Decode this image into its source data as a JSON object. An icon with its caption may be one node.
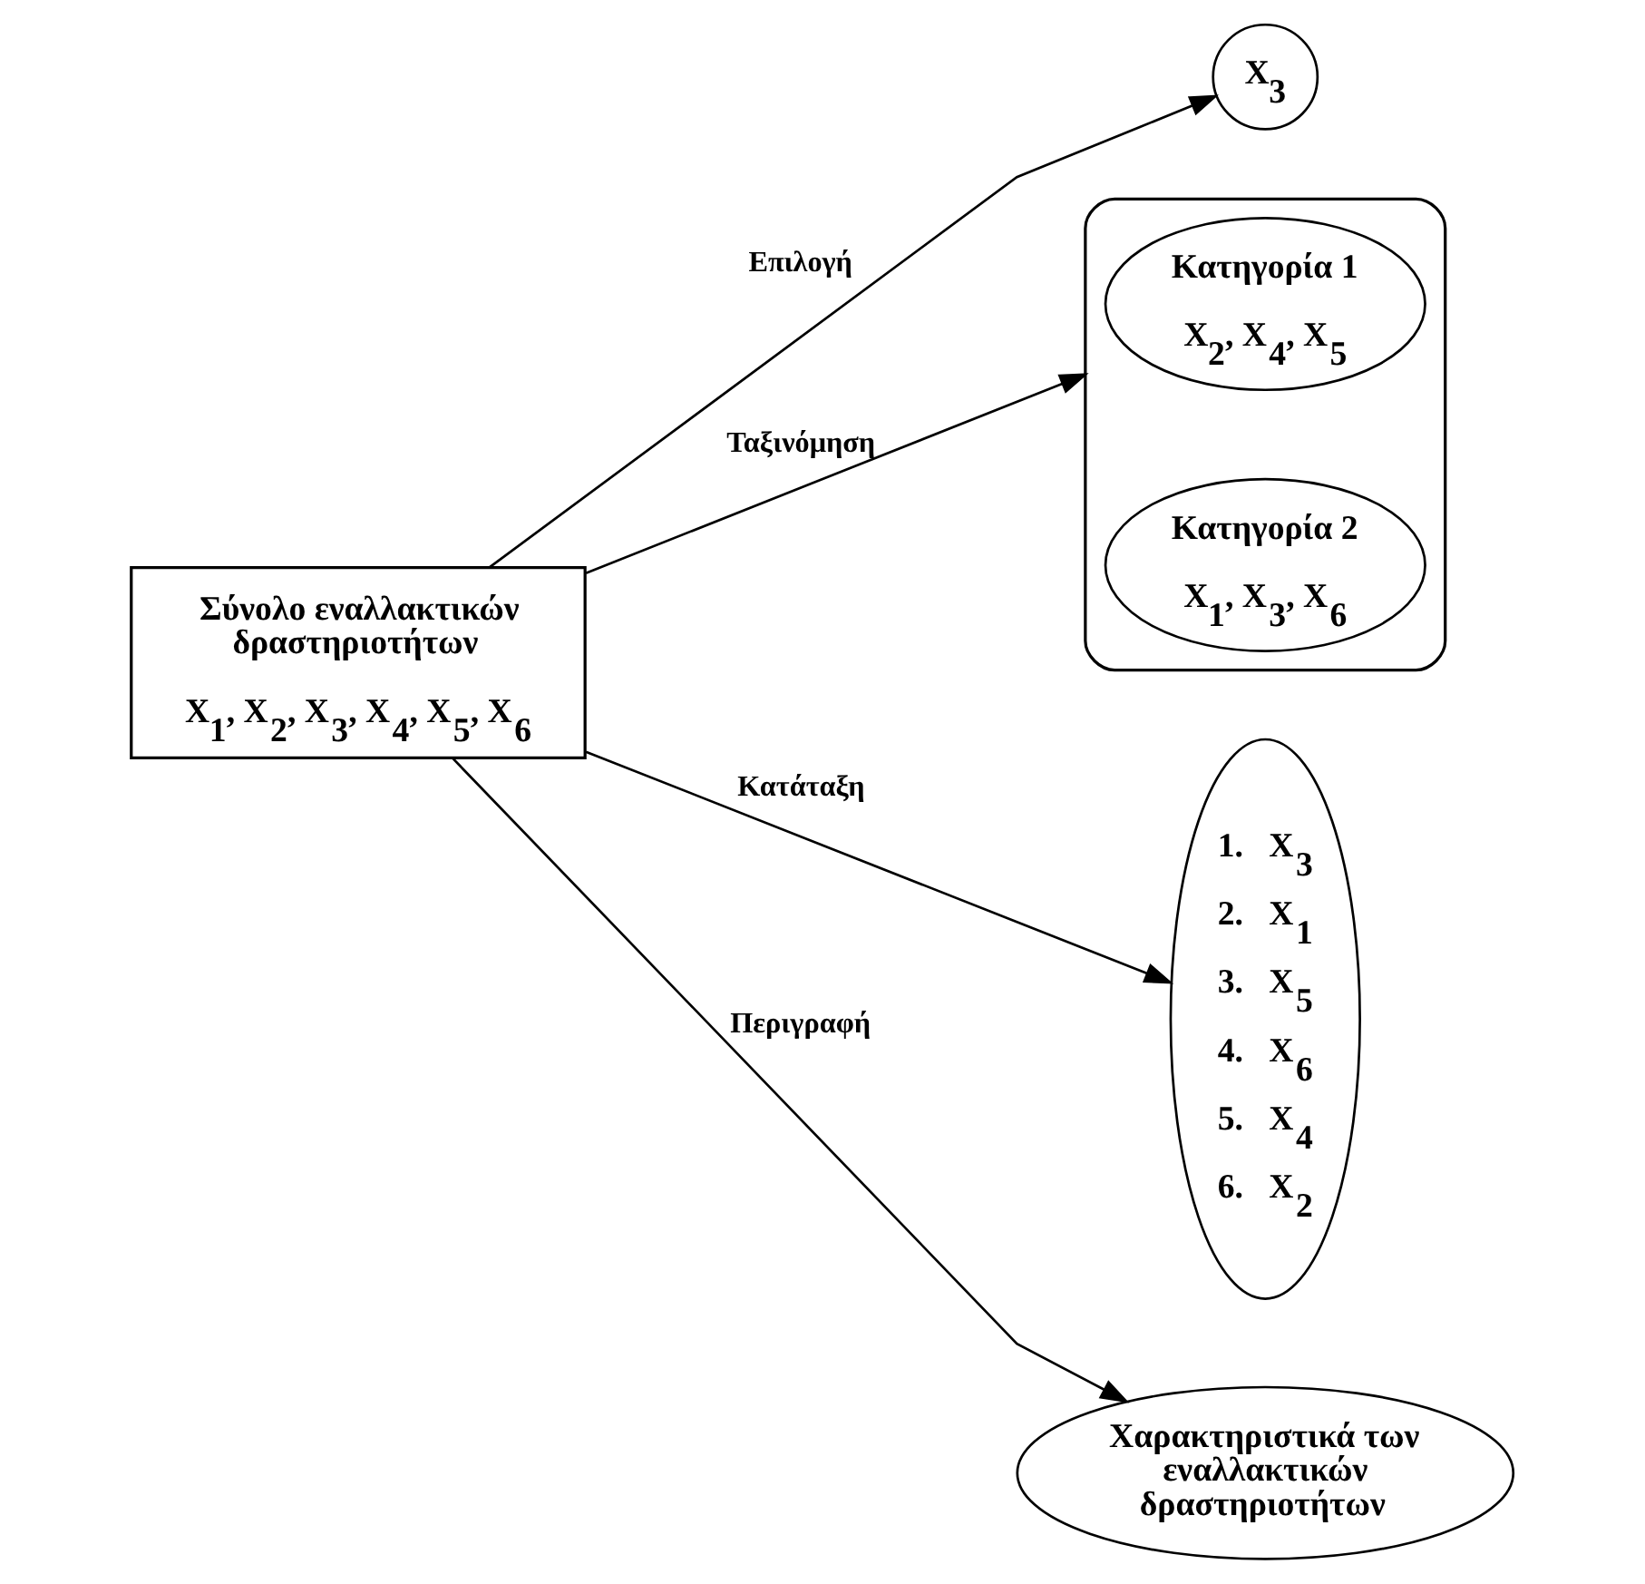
{
  "diagram": {
    "nodes": [
      {
        "text": [
          "Σύνολο εναλλακτικών δραστηριοτήτων",
          "X$_{1}$, X$_{2}$, X$_{3}$, X$_{4}$, X$_{5}$, X$_{6}$"
        ]
      },
      {
        "text": [
          "X$_{3}$"
        ]
      },
      {
        "text": [],
        "shape": "ellipse"
      },
      {
        "text": [
          "Κατηγορία 1",
          "X$_{2}$, X$_{4}$, X$_{5}$"
        ],
        "in": 2
      },
      {
        "text": [
          "Κατηγορία 2",
          "X$_{1}$, X$_{3}$, X$_{6}$"
        ],
        "in": 2
      },
      {
        "text": [
          "1.   X$_{3}$",
          "2.   X$_{1}$",
          "3.   X$_{5}$",
          "4.   X$_{6}$",
          "5.   X$_{4}$",
          "6.   X$_{2}$"
        ]
      },
      {
        "text": [
          "Χαρακτηριστικά των εναλλακτικών δραστηριοτήτων"
        ]
      }
    ],
    "edges": [
      {
        "from": 0,
        "to": 1,
        "arrow": "to",
        "label": "Επιλογή"
      },
      {
        "from": 0,
        "to": 2,
        "arrow": "to",
        "label": "Ταξινόμηση"
      },
      {
        "from": 0,
        "to": 5,
        "arrow": "to",
        "label": "Κατάταξη"
      },
      {
        "from": 0,
        "to": 6,
        "arrow": "to",
        "label": "Περιγραφή"
      }
    ]
  }
}
